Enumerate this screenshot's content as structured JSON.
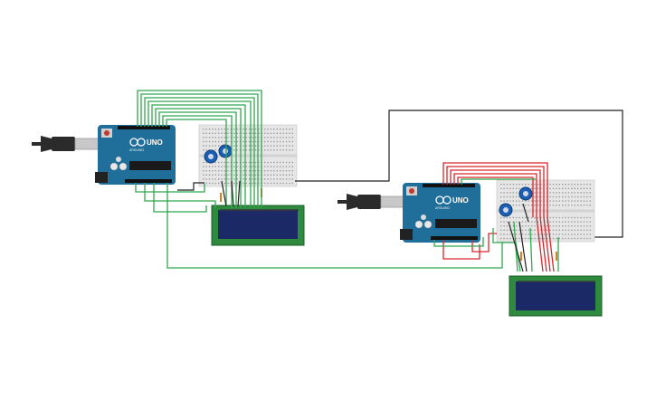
{
  "colors": {
    "background": "#ffffff",
    "arduino_board": "#1f6f9a",
    "arduino_board_dark": "#185a7d",
    "breadboard": "#e6e6e6",
    "breadboard_hole": "#9a9a9a",
    "lcd_pcb": "#2e8b3e",
    "lcd_screen": "#1b2a66",
    "potentiometer": "#1a5fb4",
    "wire_green": "#2fa84f",
    "wire_red": "#d9262b",
    "wire_black": "#222222",
    "usb_cable": "#2b2b2b"
  },
  "icons": {
    "arduino_logo": "infinity-logo-icon",
    "usb_plug": "usb-plug-icon",
    "reset_button": "reset-button-icon",
    "potentiometer": "potentiometer-knob-icon"
  },
  "boards": {
    "left": {
      "brand": "UNO",
      "model_text": "ARDUINO"
    },
    "right": {
      "brand": "UNO",
      "model_text": "ARDUINO"
    }
  }
}
